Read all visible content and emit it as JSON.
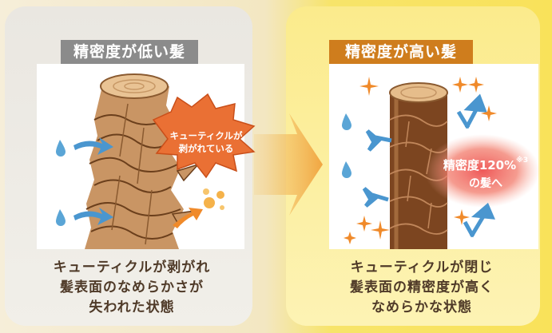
{
  "left_panel": {
    "title": "精密度が低い髪",
    "callout_line1": "キューティクルが",
    "callout_line2": "剥がれている",
    "caption": [
      "キューティクルが剥がれ",
      "髪表面のなめらかさが",
      "失われた状態"
    ],
    "title_bg": "#8b8b8b"
  },
  "right_panel": {
    "title": "精密度が高い髪",
    "badge_line1": "精密度120%",
    "badge_note": "※3",
    "badge_line2": "の髪へ",
    "caption": [
      "キューティクルが閉じ",
      "髪表面の精密度が高く",
      "なめらかな状態"
    ],
    "title_bg": "#cf7d1d"
  },
  "icons": [
    "water-drop-icon",
    "blue-arrow-icon",
    "orange-arrow-icon",
    "sparkle-icon",
    "transition-arrow-icon"
  ]
}
